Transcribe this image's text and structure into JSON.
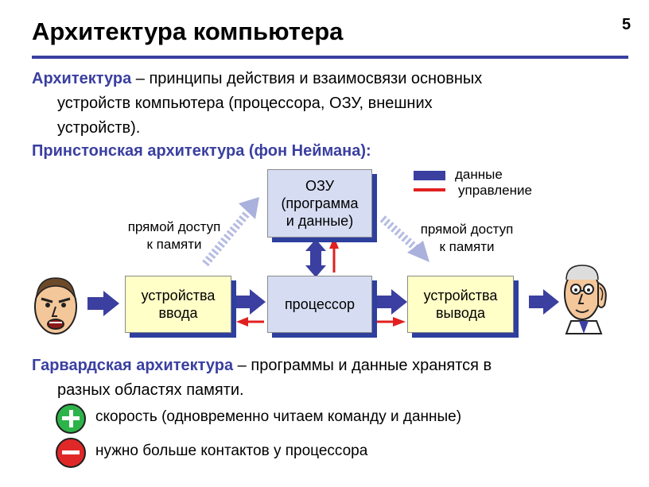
{
  "slide": {
    "title": "Архитектура компьютера",
    "page_number": "5"
  },
  "definition": {
    "term": "Архитектура",
    "text_line1": " – принципы действия и взаимосвязи основных",
    "text_line2": "устройств компьютера (процессора, ОЗУ, внешних",
    "text_line3": "устройств)."
  },
  "princeton": {
    "heading": "Принстонская архитектура (фон Неймана):"
  },
  "diagram": {
    "ram_line1": "ОЗУ",
    "ram_line2": "(программа",
    "ram_line3": "и данные)",
    "processor": "процессор",
    "input_line1": "устройства",
    "input_line2": "ввода",
    "output_line1": "устройства",
    "output_line2": "вывода",
    "dma_left_line1": "прямой доступ",
    "dma_left_line2": "к памяти",
    "dma_right_line1": "прямой доступ",
    "dma_right_line2": "к памяти",
    "legend_data": "данные",
    "legend_control": "управление"
  },
  "harvard": {
    "term": "Гарвардская архитектура",
    "text_line1": " – программы и данные хранятся в",
    "text_line2": "разных областях памяти."
  },
  "pros_cons": {
    "plus": "скорость (одновременно читаем команду и данные)",
    "minus": "нужно больше контактов у процессора"
  },
  "colors": {
    "accent_blue": "#3a3fa0",
    "control_red": "#e02020",
    "plus_green": "#2db34a",
    "minus_red": "#e02828"
  }
}
